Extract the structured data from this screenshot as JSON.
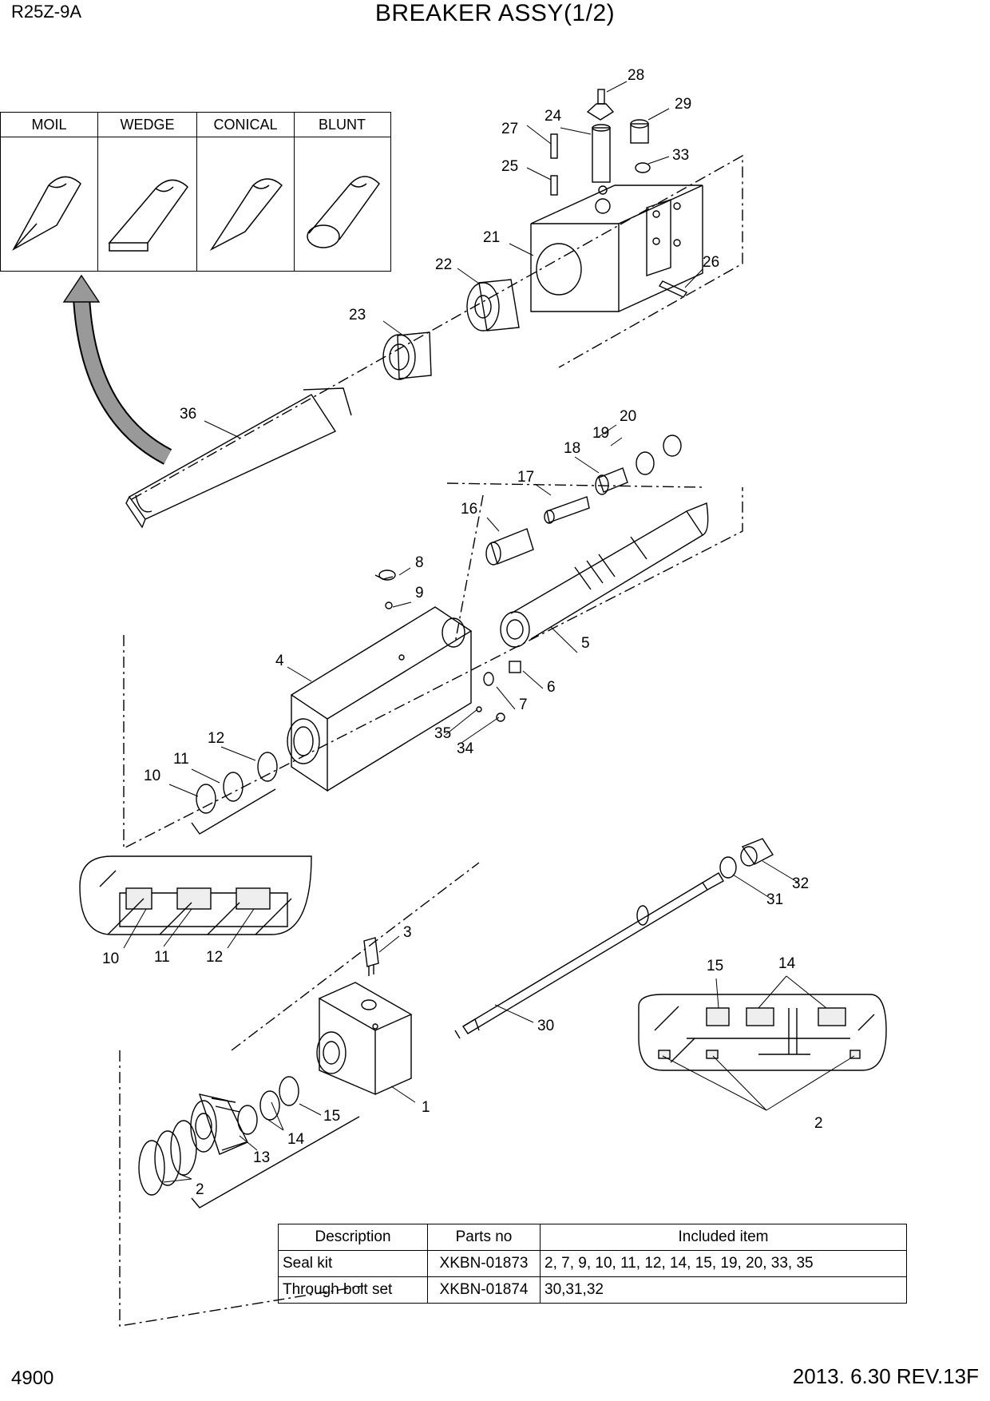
{
  "header": {
    "model": "R25Z-9A",
    "title": "BREAKER ASSY(1/2)"
  },
  "footer": {
    "page": "4900",
    "revision": "2013. 6.30  REV.13F"
  },
  "tool_tips": [
    "MOIL",
    "WEDGE",
    "CONICAL",
    "BLUNT"
  ],
  "callouts": {
    "p1": "1",
    "p2a": "2",
    "p2b": "2",
    "p3": "3",
    "p4": "4",
    "p5": "5",
    "p6": "6",
    "p7": "7",
    "p8": "8",
    "p9": "9",
    "p10a": "10",
    "p10b": "10",
    "p11a": "11",
    "p11b": "11",
    "p12a": "12",
    "p12b": "12",
    "p13": "13",
    "p14a": "14",
    "p14b": "14",
    "p15a": "15",
    "p15b": "15",
    "p16": "16",
    "p17": "17",
    "p18": "18",
    "p19": "19",
    "p20": "20",
    "p21": "21",
    "p22": "22",
    "p23": "23",
    "p24": "24",
    "p25": "25",
    "p26": "26",
    "p27": "27",
    "p28": "28",
    "p29": "29",
    "p30": "30",
    "p31": "31",
    "p32": "32",
    "p33": "33",
    "p34": "34",
    "p35": "35",
    "p36": "36"
  },
  "kit_table": {
    "headers": [
      "Description",
      "Parts no",
      "Included item"
    ],
    "rows": [
      [
        "Seal kit",
        "XKBN-01873",
        "2, 7, 9, 10, 11, 12, 14, 15, 19, 20, 33, 35"
      ],
      [
        "Through bolt set",
        "XKBN-01874",
        "30,31,32"
      ]
    ]
  }
}
